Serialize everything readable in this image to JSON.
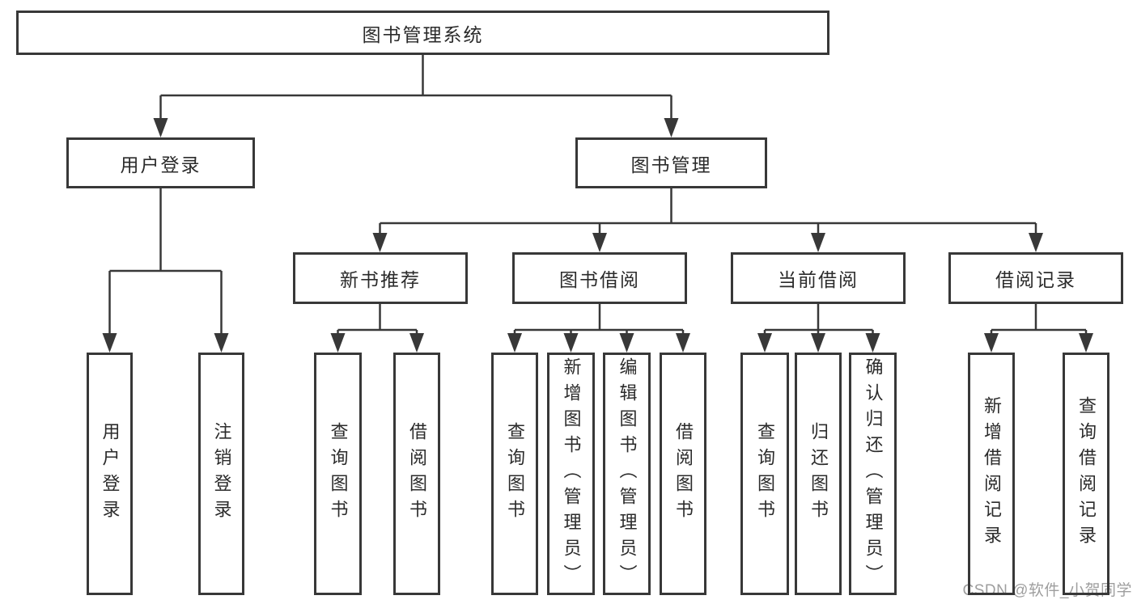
{
  "tree": {
    "label": "图书管理系统",
    "children": [
      {
        "label": "用户登录",
        "children": [
          {
            "label": "用户登录"
          },
          {
            "label": "注销登录"
          }
        ]
      },
      {
        "label": "图书管理",
        "children": [
          {
            "label": "新书推荐",
            "children": [
              {
                "label": "查询图书"
              },
              {
                "label": "借阅图书"
              }
            ]
          },
          {
            "label": "图书借阅",
            "children": [
              {
                "label": "查询图书"
              },
              {
                "label": "新增图书（管理员）"
              },
              {
                "label": "编辑图书（管理员）"
              },
              {
                "label": "借阅图书"
              }
            ]
          },
          {
            "label": "当前借阅",
            "children": [
              {
                "label": "查询图书"
              },
              {
                "label": "归还图书"
              },
              {
                "label": "确认归还（管理员）"
              }
            ]
          },
          {
            "label": "借阅记录",
            "children": [
              {
                "label": "新增借阅记录"
              },
              {
                "label": "查询借阅记录"
              }
            ]
          }
        ]
      }
    ]
  },
  "watermark": "CSDN @软件_小贺同学",
  "colors": {
    "line": "#383838",
    "text": "#2b2b2b",
    "watermark": "#9e9e9e",
    "background": "#ffffff"
  }
}
